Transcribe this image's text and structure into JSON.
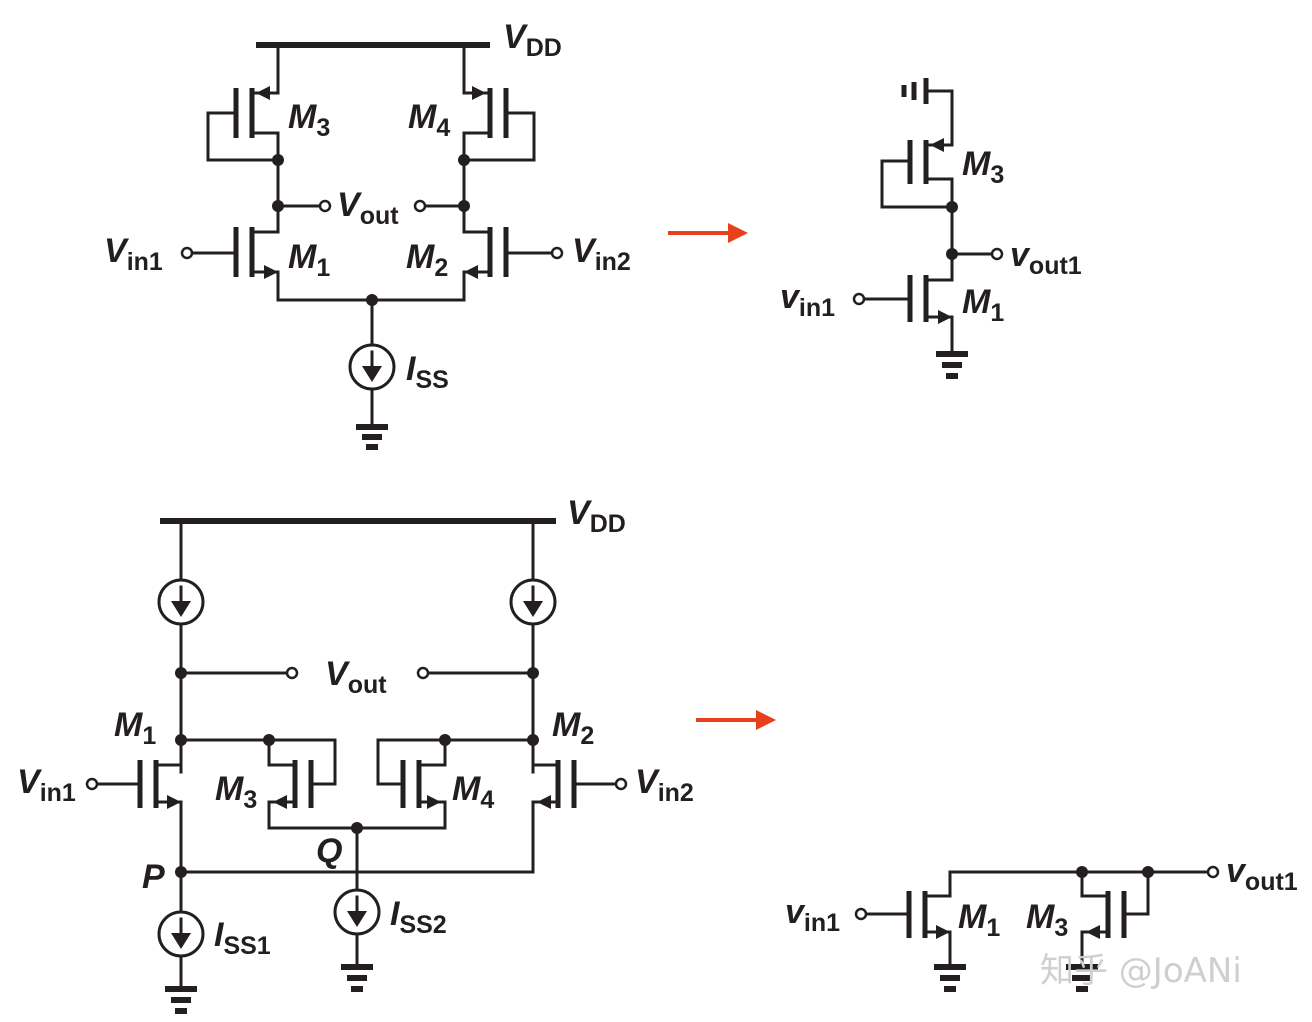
{
  "top_left": {
    "supply": {
      "main": "V",
      "sub": "DD"
    },
    "transistors": [
      {
        "main": "M",
        "sub": "3"
      },
      {
        "main": "M",
        "sub": "4"
      },
      {
        "main": "M",
        "sub": "1"
      },
      {
        "main": "M",
        "sub": "2"
      }
    ],
    "output": {
      "main": "V",
      "sub": "out"
    },
    "inputs": [
      {
        "main": "V",
        "sub": "in1"
      },
      {
        "main": "V",
        "sub": "in2"
      }
    ],
    "current_source": {
      "main": "I",
      "sub": "SS"
    }
  },
  "top_right": {
    "transistors": [
      {
        "main": "M",
        "sub": "3"
      },
      {
        "main": "M",
        "sub": "1"
      }
    ],
    "output": {
      "main": "v",
      "sub": "out1"
    },
    "input": {
      "main": "v",
      "sub": "in1"
    }
  },
  "bottom_left": {
    "supply": {
      "main": "V",
      "sub": "DD"
    },
    "output": {
      "main": "V",
      "sub": "out"
    },
    "transistors": [
      {
        "main": "M",
        "sub": "1"
      },
      {
        "main": "M",
        "sub": "2"
      },
      {
        "main": "M",
        "sub": "3"
      },
      {
        "main": "M",
        "sub": "4"
      }
    ],
    "inputs": [
      {
        "main": "V",
        "sub": "in1"
      },
      {
        "main": "V",
        "sub": "in2"
      }
    ],
    "nodes": {
      "p": "P",
      "q": "Q"
    },
    "current_sources": [
      {
        "main": "I",
        "sub": "SS1"
      },
      {
        "main": "I",
        "sub": "SS2"
      }
    ]
  },
  "bottom_right": {
    "transistors": [
      {
        "main": "M",
        "sub": "1"
      },
      {
        "main": "M",
        "sub": "3"
      }
    ],
    "output": {
      "main": "v",
      "sub": "out1"
    },
    "input": {
      "main": "v",
      "sub": "in1"
    }
  },
  "watermark": "知乎 @JoANi",
  "colors": {
    "wire": "#231f20",
    "arrow": "#e8401c",
    "watermark": "#cfcfcf"
  }
}
